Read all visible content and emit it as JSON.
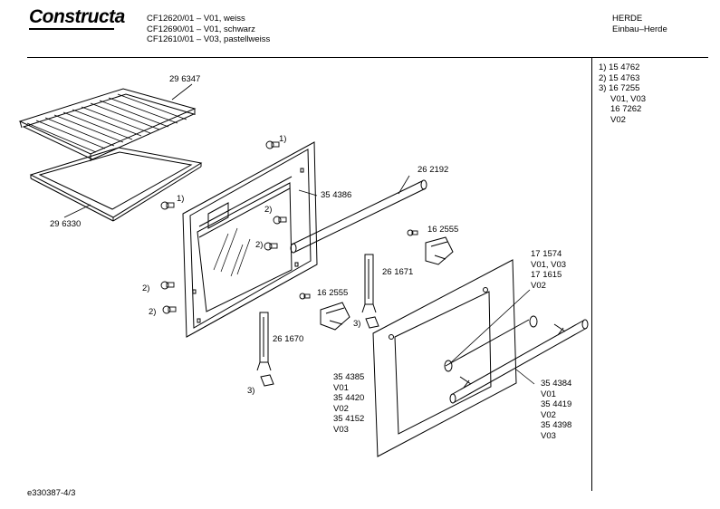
{
  "header": {
    "brand": "Constructa",
    "models": [
      "CF12620/01 – V01, weiss",
      "CF12690/01 – V01, schwarz",
      "CF12610/01 – V03, pastellweiss"
    ],
    "category": "HERDE",
    "subcategory": "Einbau–Herde"
  },
  "legend": [
    "1)  15 4762",
    "2)  15 4763",
    "3)  16 7255",
    "V01, V03",
    "16 7262",
    "V02"
  ],
  "parts": {
    "p296347": "29 6347",
    "p296330": "29 6330",
    "p354386": "35 4386",
    "p262192": "26 2192",
    "p162555a": "16 2555",
    "p162555b": "16 2555",
    "p261671": "26 1671",
    "p261670": "26 1670",
    "p171574": "17 1574",
    "p171574v": "V01, V03",
    "p171615": "17 1615",
    "p171615v": "V02",
    "left_codes": [
      "35 4385",
      "V01",
      "35 4420",
      "V02",
      "35 4152",
      "V03"
    ],
    "right_codes": [
      "35 4384",
      "V01",
      "35 4419",
      "V02",
      "35 4398",
      "V03"
    ]
  },
  "callouts": {
    "one": "1)",
    "two": "2)",
    "three": "3)"
  },
  "footer": {
    "doc_id": "e330387-4/3"
  }
}
